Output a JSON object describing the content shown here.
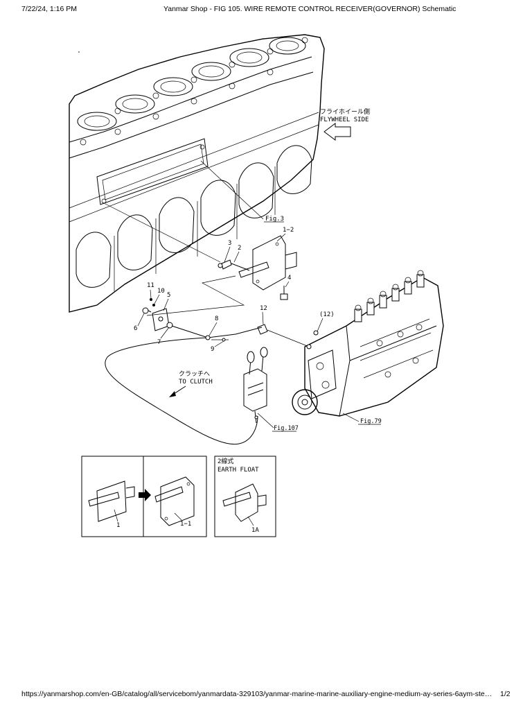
{
  "browser_print": {
    "datetime": "7/22/24, 1:16 PM",
    "page_title": "Yanmar Shop - FIG 105. WIRE REMOTE CONTROL RECEIVER(GOVERNOR) Schematic",
    "url": "https://yanmarshop.com/en-GB/catalog/all/servicebom/yanmardata-329103/yanmar-marine-marine-auxiliary-engine-medium-ay-series-6aym-ste-fi…",
    "page_number": "1/2"
  },
  "diagram": {
    "flywheel_side_jp": "フライホイール側",
    "flywheel_side_en": "FLYWHEEL SIDE",
    "to_clutch_jp": "クラッチへ",
    "to_clutch_en": "TO CLUTCH",
    "earth_float_jp": "2線式",
    "earth_float_en": "EARTH FLOAT",
    "fig_refs": {
      "fig3": "Fig.3",
      "fig79": "Fig.79",
      "fig107": "Fig.107"
    },
    "callouts": {
      "c1_2": "1−2",
      "c2": "2",
      "c3": "3",
      "c4": "4",
      "c5": "5",
      "c6": "6",
      "c7": "7",
      "c8": "8",
      "c9": "9",
      "c10": "10",
      "c11": "11",
      "c12": "12",
      "c12p": "(12)",
      "c1": "1",
      "c1_1": "1−1",
      "c1a": "1A"
    }
  }
}
